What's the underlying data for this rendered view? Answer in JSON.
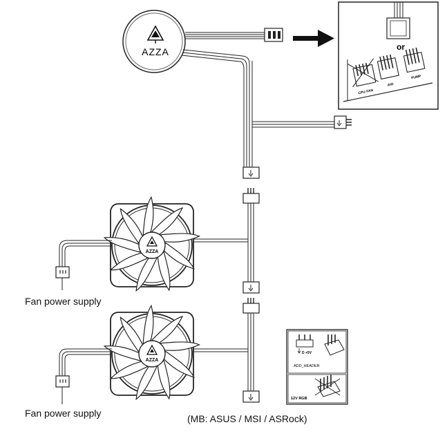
{
  "brand": {
    "logo_text": "AZZA"
  },
  "labels": {
    "fan_power_1": "Fan power supply",
    "fan_power_2": "Fan power supply",
    "mb_note": "(MB: ASUS / MSI / ASRock)"
  },
  "inset_motherboard": {
    "or": "or",
    "headers": [
      "CPU FAN",
      "AIO",
      "PUMP"
    ]
  },
  "inset_rgb": {
    "pin_label": "D +5V",
    "header_label": "ADD_HEADER",
    "rgb_label": "12V RGB"
  }
}
